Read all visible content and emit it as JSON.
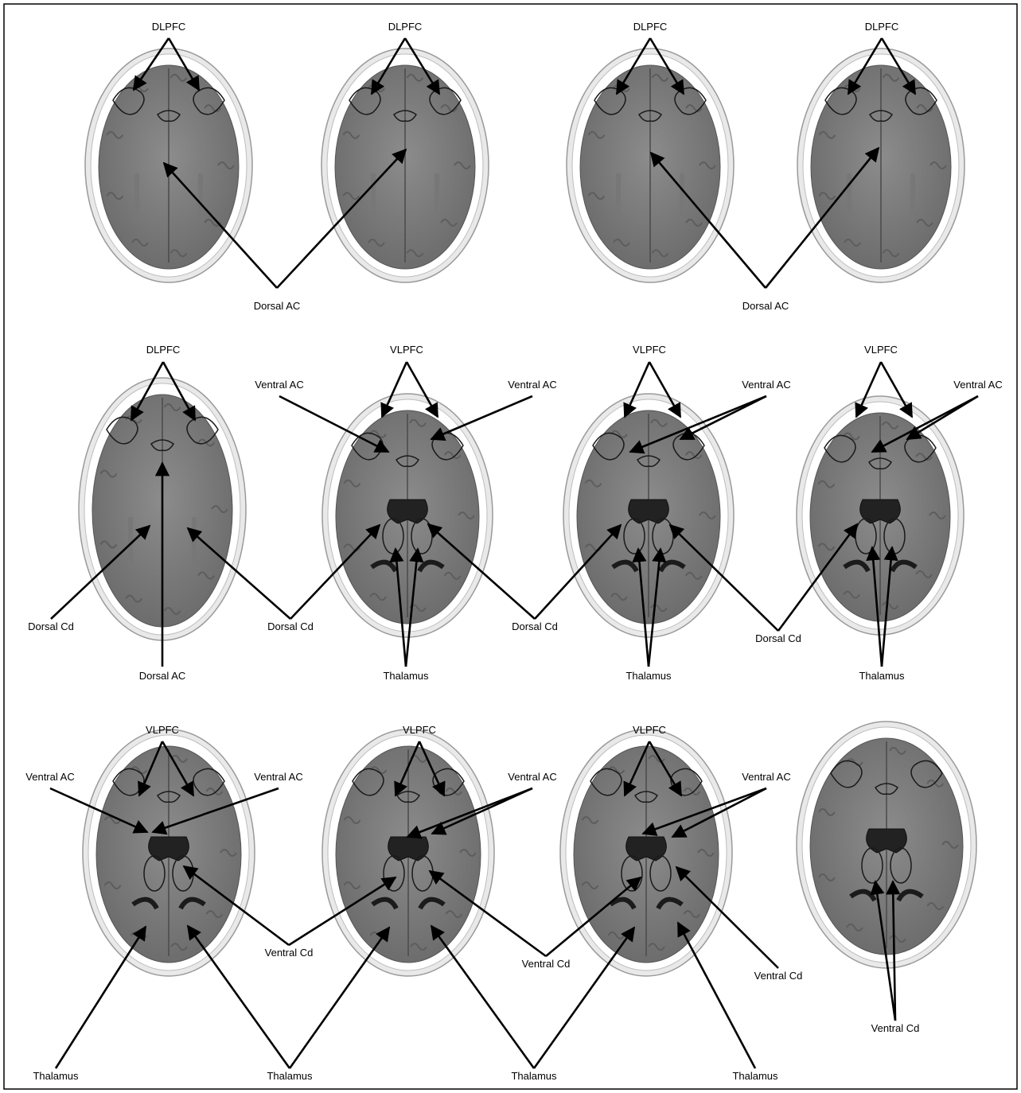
{
  "figure": {
    "colors": {
      "border": "#000000",
      "arrow": "#000000",
      "skull": "#f2f2f2",
      "brain_light": "#8a8a8a",
      "brain_dark": "#5d5d5d",
      "outline": "#1a1a1a"
    },
    "labels": {
      "dlpfc": "DLPFC",
      "vlpfc": "VLPFC",
      "dorsal_ac": "Dorsal AC",
      "ventral_ac": "Ventral AC",
      "dorsal_cd": "Dorsal Cd",
      "ventral_cd": "Ventral Cd",
      "thalamus": "Thalamus"
    },
    "rows": [
      {
        "row": 1,
        "slices": 4,
        "regions": [
          "DLPFC",
          "Dorsal AC"
        ]
      },
      {
        "row": 2,
        "slices": 4,
        "regions": [
          "DLPFC",
          "VLPFC",
          "Ventral AC",
          "Dorsal AC",
          "Dorsal Cd",
          "Thalamus"
        ]
      },
      {
        "row": 3,
        "slices": 4,
        "regions": [
          "VLPFC",
          "Ventral AC",
          "Ventral Cd",
          "Thalamus"
        ]
      }
    ]
  }
}
